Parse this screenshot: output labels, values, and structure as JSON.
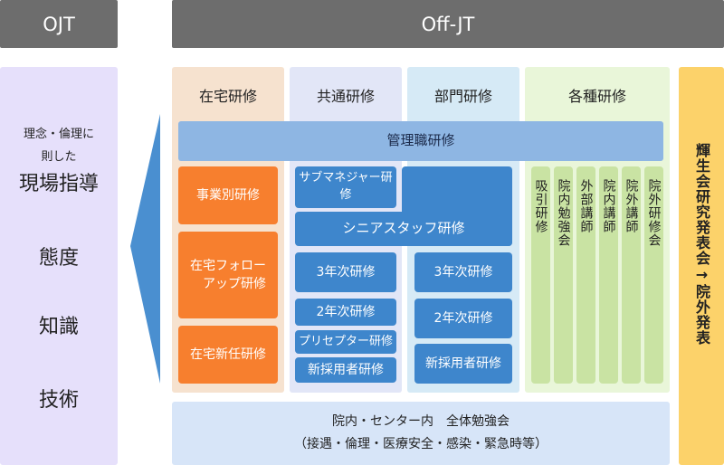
{
  "headers": {
    "ojt": "OJT",
    "offjt": "Off-JT"
  },
  "ojt": {
    "line1": "理念・倫理に",
    "line2": "則した",
    "item1": "現場指導",
    "item2": "態度",
    "item3": "知識",
    "item4": "技術"
  },
  "columns": {
    "home": "在宅研修",
    "common": "共通研修",
    "dept": "部門研修",
    "various": "各種研修"
  },
  "management": "管理職研修",
  "home_items": {
    "business": "事業別研修",
    "followup_l1": "在宅フォロー",
    "followup_l2": "アップ研修",
    "new_assign": "在宅新任研修"
  },
  "common_items": {
    "submanager": "サブマネジャー研修",
    "senior_staff": "シニアスタッフ研修",
    "year3": "3年次研修",
    "year2": "2年次研修",
    "preceptor": "プリセプター研修",
    "new_hire": "新採用者研修"
  },
  "dept_items": {
    "year3": "3年次研修",
    "year2": "2年次研修",
    "new_hire": "新採用者研修"
  },
  "various_items": [
    "吸引研修",
    "院内勉強会",
    "外部講師",
    "院内講師",
    "院外講師",
    "院外研修会"
  ],
  "right_panel": "輝生会研究発表会→院外発表",
  "bottom": {
    "line1": "院内・センター内　全体勉強会",
    "line2": "（接遇・倫理・医療安全・感染・緊急時等）"
  },
  "colors": {
    "header_gray": "#6d6d6d",
    "ojt_bg": "#e6e0fb",
    "home_bg": "#f6e2cf",
    "common_bg": "#e2e6f7",
    "dept_bg": "#d6eaf6",
    "various_bg": "#e9f6d9",
    "orange": "#f77f2e",
    "blue": "#3e86cc",
    "management": "#8eb6e3",
    "green_pill": "#c9e3a3",
    "yellow": "#fcd26a",
    "bottom_bg": "#d7e5f8"
  }
}
